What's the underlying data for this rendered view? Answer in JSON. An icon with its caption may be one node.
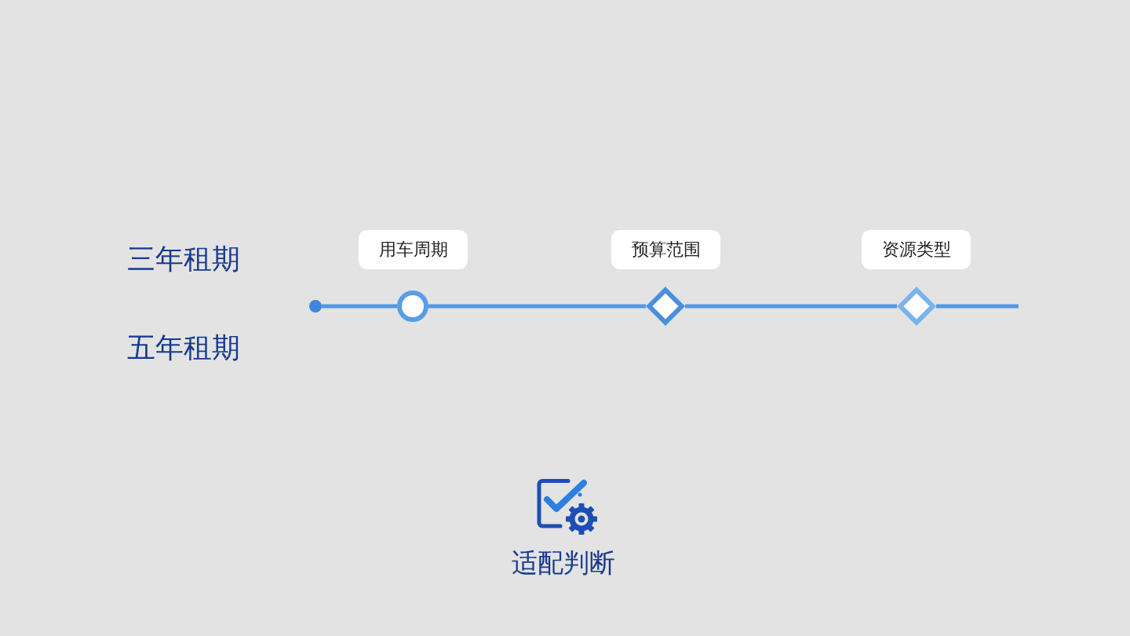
{
  "diagram": {
    "nodes": [
      {
        "text": [
          "用车周期"
        ]
      },
      {
        "text": [
          "预算范围"
        ]
      },
      {
        "text": [
          "资源类型"
        ]
      },
      {
        "text": [],
        "shape": "circle"
      },
      {
        "text": [],
        "shape": "circle"
      },
      {
        "text": [],
        "shape": "diamond"
      },
      {
        "text": [],
        "shape": "diamond"
      }
    ],
    "edges": [
      {
        "from": 3,
        "to": 4,
        "arrow": "none"
      },
      {
        "from": 4,
        "to": 5,
        "arrow": "none"
      },
      {
        "from": 5,
        "to": 6,
        "arrow": "none"
      },
      {
        "from": 6,
        "to": null,
        "arrow": "none"
      }
    ],
    "labels": [
      "三年租期",
      "五年租期",
      "适配判断"
    ]
  }
}
